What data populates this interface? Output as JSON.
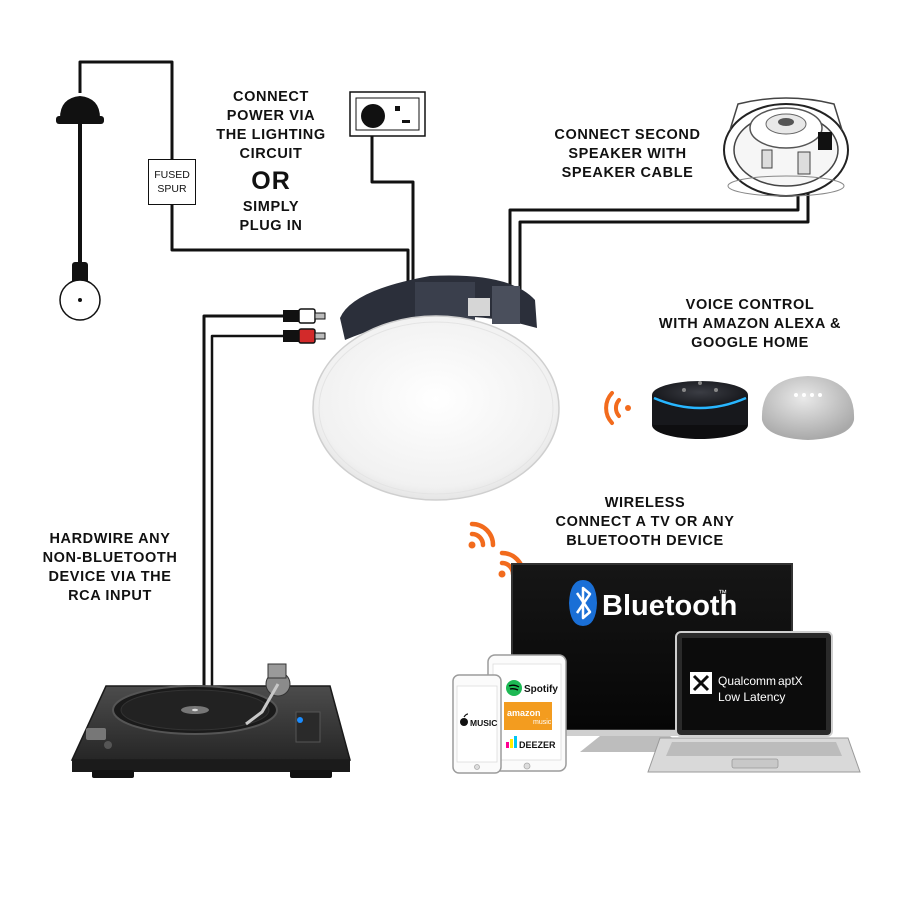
{
  "labels": {
    "power": [
      "CONNECT",
      "POWER VIA",
      "THE LIGHTING",
      "CIRCUIT"
    ],
    "or": "OR",
    "plug": [
      "SIMPLY",
      "PLUG IN"
    ],
    "second_speaker": [
      "CONNECT SECOND",
      "SPEAKER WITH",
      "SPEAKER CABLE"
    ],
    "voice": [
      "VOICE CONTROL",
      "WITH AMAZON ALEXA &",
      "GOOGLE HOME"
    ],
    "wireless": [
      "WIRELESS",
      "CONNECT A TV OR ANY",
      "BLUETOOTH DEVICE"
    ],
    "hardwire": [
      "HARDWIRE ANY",
      "NON-BLUETOOTH",
      "DEVICE VIA THE",
      "RCA INPUT"
    ],
    "fused_spur": [
      "FUSED",
      "SPUR"
    ]
  },
  "tv": {
    "brand": "Bluetooth",
    "tm": "™"
  },
  "laptop": {
    "brand": "Qualcomm",
    "product": "aptX",
    "tagline": "Low Latency"
  },
  "tablet_apps": {
    "spotify": "Spotify",
    "amazon": "amazon",
    "amazon_sub": "music",
    "deezer": "DEEZER"
  },
  "phone_app": {
    "music": "MUSIC"
  },
  "colors": {
    "accent": "#f26b1d",
    "cable": "#111111",
    "bluetooth_blue": "#1a6fd6",
    "rca_red": "#d22a2a"
  }
}
